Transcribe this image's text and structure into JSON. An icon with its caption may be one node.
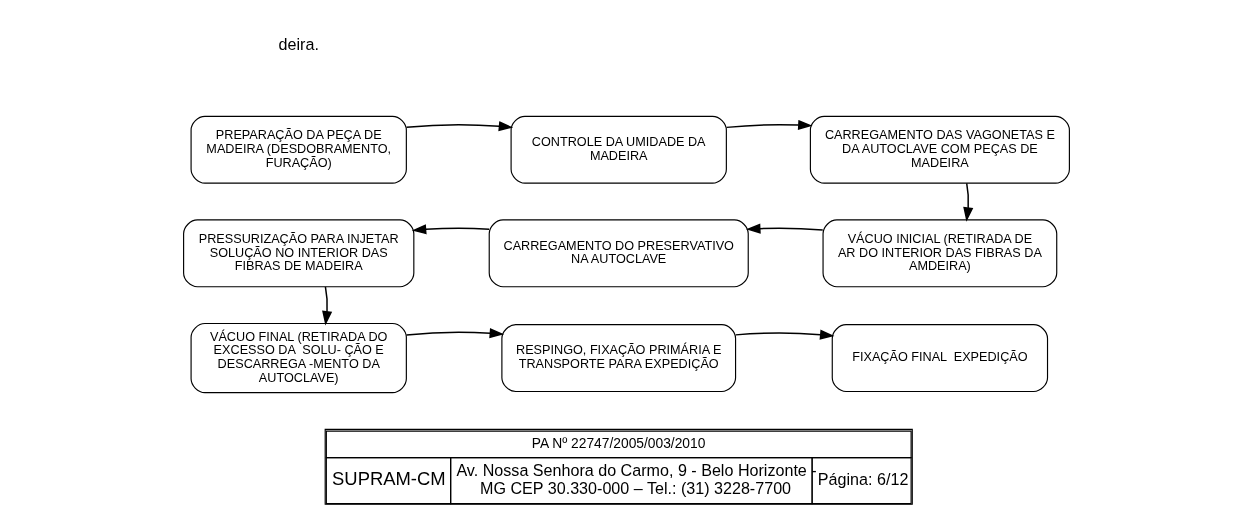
{
  "diagram": {
    "nodes": [
      {
        "text": [
          "PREPARAÇÃO DA PEÇA DE MADEIRA (DESDOBRAMENTO, FURAÇÃO)"
        ]
      },
      {
        "text": [
          "CONTROLE DA UMIDADE DA MADEIRA"
        ]
      },
      {
        "text": [
          "CARREGAMENTO DAS VAGONETAS E DA AUTOCLAVE COM PEÇAS DE MADEIRA"
        ]
      },
      {
        "text": [
          "VÁCUO INICIAL (RETIRADA DE AR DO INTERIOR DAS FIBRAS DA AMDEIRA)"
        ]
      },
      {
        "text": [
          "CARREGAMENTO DO PRESERVATIVO NA AUTOCLAVE"
        ]
      },
      {
        "text": [
          "PRESSURIZAÇÃO PARA INJETAR SOLUÇÃO NO INTERIOR DAS FIBRAS DE MADEIRA"
        ]
      },
      {
        "text": [
          "VÁCUO FINAL (RETIRADA DO EXCESSO DA  SOLU- ÇÃO E DESCARREGA -MENTO DA AUTOCLAVE)"
        ]
      },
      {
        "text": [
          "RESPINGO, FIXAÇÃO PRIMÁRIA E TRANSPORTE PARA EXPEDIÇÃO"
        ]
      },
      {
        "text": [
          "FIXAÇÃO FINAL  EXPEDIÇÃO"
        ]
      }
    ],
    "edges": [
      {
        "from": 0,
        "to": 1,
        "arrow": "to"
      },
      {
        "from": 1,
        "to": 2,
        "arrow": "to"
      },
      {
        "from": 2,
        "to": 3,
        "arrow": "to"
      },
      {
        "from": 3,
        "to": 4,
        "arrow": "to"
      },
      {
        "from": 4,
        "to": 5,
        "arrow": "to"
      },
      {
        "from": 5,
        "to": 6,
        "arrow": "to"
      },
      {
        "from": 6,
        "to": 7,
        "arrow": "to"
      },
      {
        "from": 7,
        "to": 8,
        "arrow": "to"
      }
    ],
    "labels": [
      "deira.",
      "PA Nº 22747/2005/003/2010",
      "SUPRAM-CM",
      "Av. Nossa Senhora do Carmo, 9 - Belo Horizonte - MG CEP 30.330-000 – Tel.: (31) 3228-7700",
      "Página: 6/12"
    ]
  }
}
